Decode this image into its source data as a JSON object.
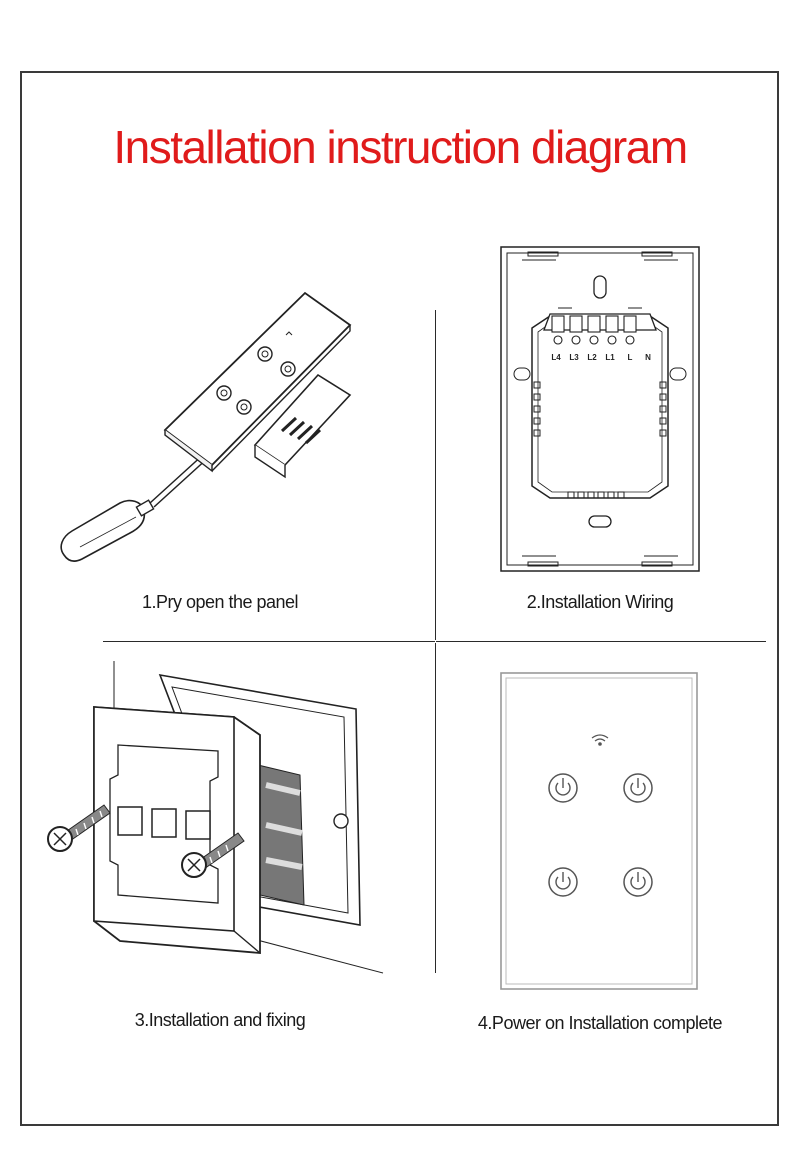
{
  "title": "Installation instruction diagram",
  "colors": {
    "title": "#e01b1b",
    "line": "#2a2a2a",
    "frame": "#3a3a3a"
  },
  "steps": [
    {
      "caption": "1.Pry open the panel"
    },
    {
      "caption": "2.Installation Wiring"
    },
    {
      "caption": "3.Installation and fixing"
    },
    {
      "caption": "4.Power on Installation complete"
    }
  ],
  "terminals": [
    "L4",
    "L3",
    "L2",
    "L1",
    "L",
    "N"
  ],
  "icons": [
    "wifi-icon",
    "power-icon"
  ]
}
